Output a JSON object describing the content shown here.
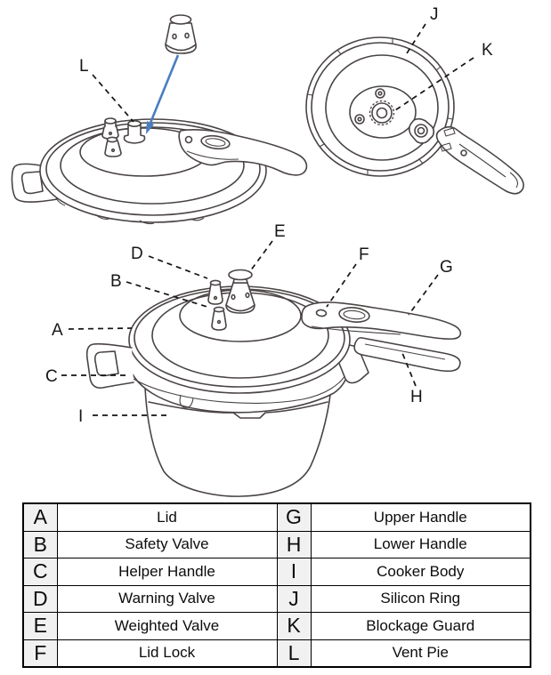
{
  "figure": {
    "callouts": {
      "A": "A",
      "B": "B",
      "C": "C",
      "D": "D",
      "E": "E",
      "F": "F",
      "G": "G",
      "H": "H",
      "I": "I",
      "J": "J",
      "K": "K",
      "L": "L"
    }
  },
  "parts_table": {
    "rows": [
      {
        "left_key": "A",
        "left_label": "Lid",
        "right_key": "G",
        "right_label": "Upper Handle"
      },
      {
        "left_key": "B",
        "left_label": "Safety Valve",
        "right_key": "H",
        "right_label": "Lower Handle"
      },
      {
        "left_key": "C",
        "left_label": "Helper Handle",
        "right_key": "I",
        "right_label": "Cooker Body"
      },
      {
        "left_key": "D",
        "left_label": "Warning Valve",
        "right_key": "J",
        "right_label": "Silicon Ring"
      },
      {
        "left_key": "E",
        "left_label": "Weighted Valve",
        "right_key": "K",
        "right_label": "Blockage Guard"
      },
      {
        "left_key": "F",
        "left_label": "Lid Lock",
        "right_key": "L",
        "right_label": "Vent Pie"
      }
    ]
  },
  "colors": {
    "line_art": "#4a4444",
    "placement_arrow": "#4a7cc0",
    "letter_cell_bg": "#f1f1f1",
    "callout_text": "#161616"
  }
}
